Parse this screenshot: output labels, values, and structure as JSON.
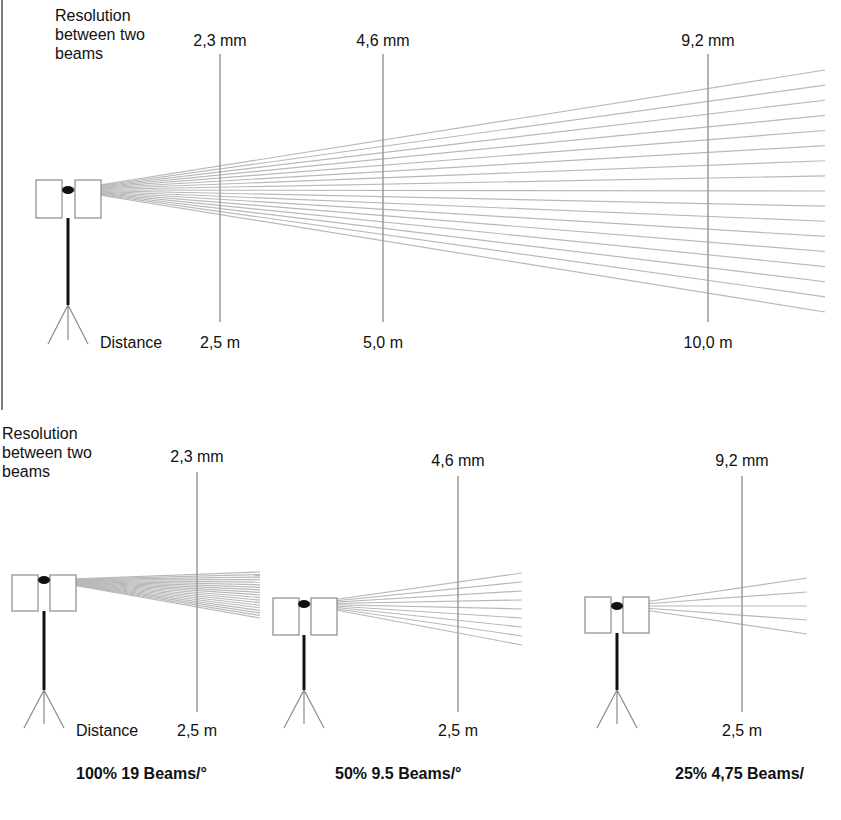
{
  "diagram": {
    "labels": [
      "Resolution between two beams",
      "2,3 mm",
      "4,6 mm",
      "9,2 mm",
      "Distance",
      "2,5 m",
      "5,0 m",
      "10,0 m",
      "Resolution between two beams",
      "2,3 mm",
      "4,6 mm",
      "9,2 mm",
      "Distance",
      "2,5 m",
      "2,5 m",
      "2,5 m",
      "100% 19 Beams/°",
      "50% 9.5 Beams/°",
      "25% 4,75 Beams/"
    ]
  }
}
